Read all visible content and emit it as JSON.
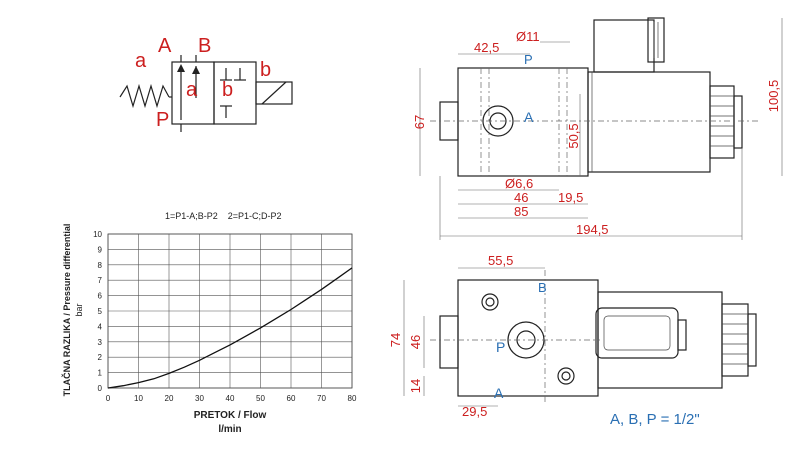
{
  "symbol": {
    "port_a": "A",
    "port_b": "B",
    "port_p": "P",
    "label_a_left": "a",
    "label_a_inner": "a",
    "label_b_inner": "b",
    "label_b_right": "b"
  },
  "chart_data": {
    "type": "line",
    "title": "1=P1-A;B-P2    2=P1-C;D-P2",
    "ylabel_line1": "TLAČNA RAZLIKA / Pressure differential",
    "ylabel_line2": "bar",
    "xlabel_line1": "PRETOK / Flow",
    "xlabel_line2": "l/min",
    "xlim": [
      0,
      80
    ],
    "ylim": [
      0,
      10
    ],
    "xticks": [
      "0",
      "10",
      "20",
      "30",
      "40",
      "50",
      "60",
      "70",
      "80"
    ],
    "yticks": [
      "0",
      "1",
      "2",
      "3",
      "4",
      "5",
      "6",
      "7",
      "8",
      "9",
      "10"
    ],
    "grid": true,
    "series": [
      {
        "x": [
          0,
          5,
          10,
          15,
          20,
          25,
          30,
          35,
          40,
          45,
          50,
          55,
          60,
          65,
          70,
          75,
          80
        ],
        "y": [
          0,
          0.15,
          0.35,
          0.6,
          0.95,
          1.35,
          1.8,
          2.3,
          2.8,
          3.35,
          3.9,
          4.5,
          5.1,
          5.75,
          6.4,
          7.1,
          7.8
        ]
      }
    ]
  },
  "top_view": {
    "dim_42_5": "42,5",
    "dim_d11": "Ø11",
    "port_p": "P",
    "port_a": "A",
    "dim_67": "67",
    "dim_50_5": "50,5",
    "dim_100_5": "100,5",
    "dim_d6_6": "Ø6,6",
    "dim_46": "46",
    "dim_19_5": "19,5",
    "dim_85": "85",
    "dim_194_5": "194,5"
  },
  "front_view": {
    "dim_55_5": "55,5",
    "port_b": "B",
    "port_p": "P",
    "port_a": "A",
    "dim_74": "74",
    "dim_46": "46",
    "dim_14": "14",
    "dim_29_5": "29,5",
    "note": "A, B, P = 1/2\""
  },
  "colors": {
    "red": "#cc1f1f",
    "blue": "#2a6fb3",
    "line": "#222222"
  }
}
